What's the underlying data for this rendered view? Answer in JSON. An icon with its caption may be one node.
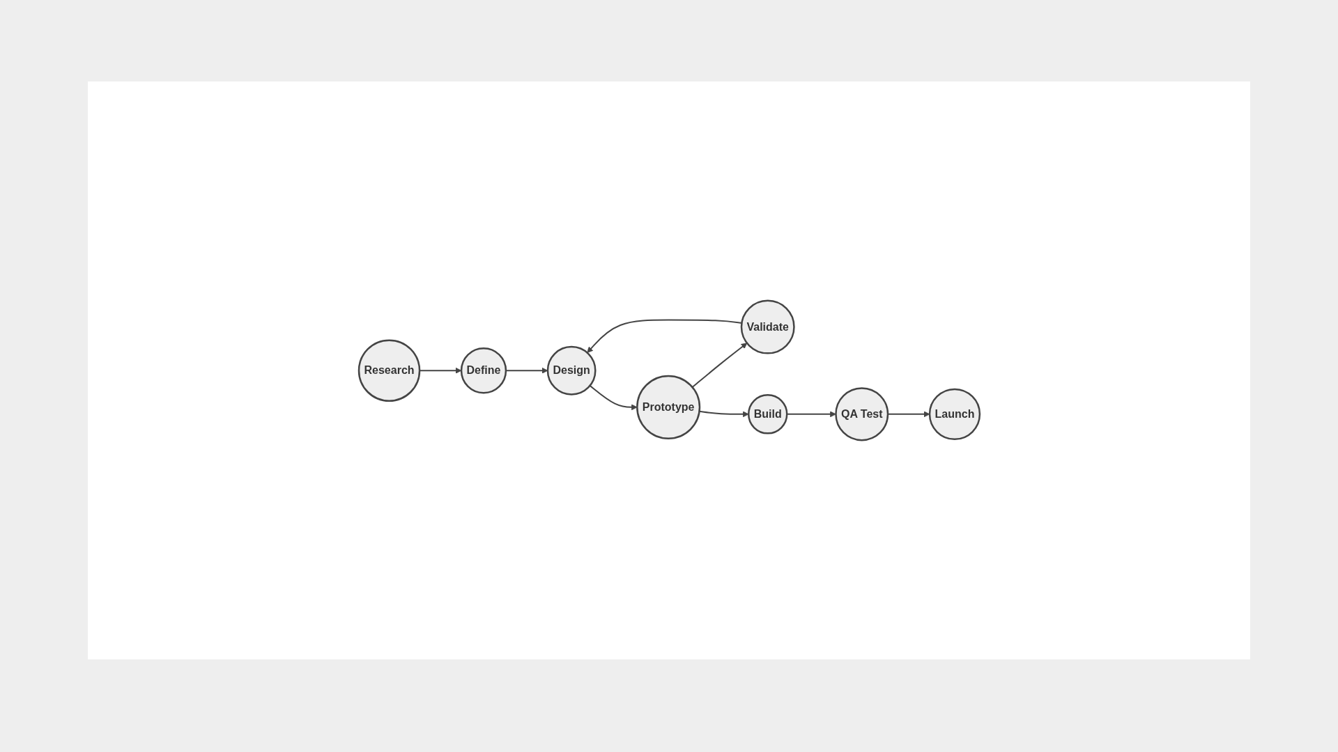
{
  "diagram": {
    "nodes": [
      {
        "text": [
          "Research"
        ]
      },
      {
        "text": [
          "Define"
        ]
      },
      {
        "text": [
          "Validate"
        ]
      },
      {
        "text": [
          "Design"
        ]
      },
      {
        "text": [
          "Prototype"
        ]
      },
      {
        "text": [
          "Build"
        ]
      },
      {
        "text": [
          "QA Test"
        ]
      },
      {
        "text": [
          "Launch"
        ]
      }
    ],
    "edges": [
      {
        "from": 0,
        "to": 1,
        "arrow": "to"
      },
      {
        "from": 1,
        "to": 3,
        "arrow": "to"
      },
      {
        "from": 3,
        "to": 4,
        "arrow": "to"
      },
      {
        "from": 4,
        "to": 2,
        "arrow": "to"
      },
      {
        "from": 2,
        "to": 3,
        "arrow": "to"
      },
      {
        "from": 4,
        "to": 5,
        "arrow": "to"
      },
      {
        "from": 5,
        "to": 6,
        "arrow": "to"
      },
      {
        "from": 6,
        "to": 7,
        "arrow": "to"
      }
    ]
  }
}
